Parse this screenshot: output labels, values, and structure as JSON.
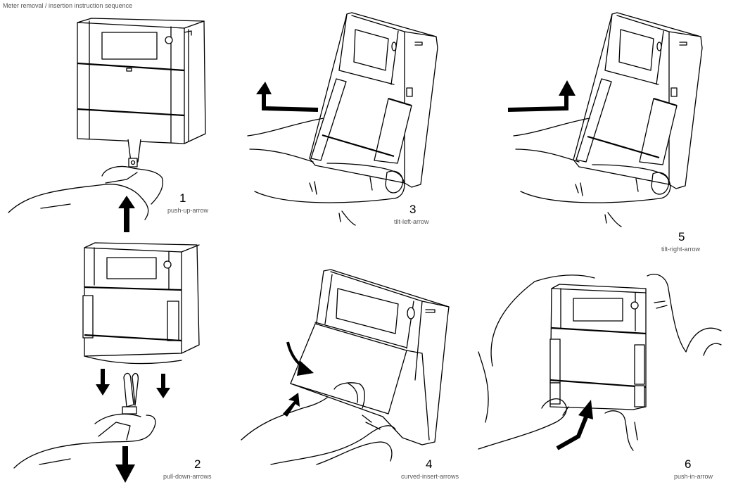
{
  "diagram": {
    "description": "Meter removal / insertion instruction sequence",
    "colors": {
      "line": "#000000",
      "background": "#ffffff"
    },
    "steps": [
      {
        "number": "1",
        "action": "push-up-arrow"
      },
      {
        "number": "2",
        "action": "pull-down-arrows"
      },
      {
        "number": "3",
        "action": "tilt-left-arrow"
      },
      {
        "number": "4",
        "action": "curved-insert-arrows"
      },
      {
        "number": "5",
        "action": "tilt-right-arrow"
      },
      {
        "number": "6",
        "action": "push-in-arrow"
      }
    ]
  }
}
